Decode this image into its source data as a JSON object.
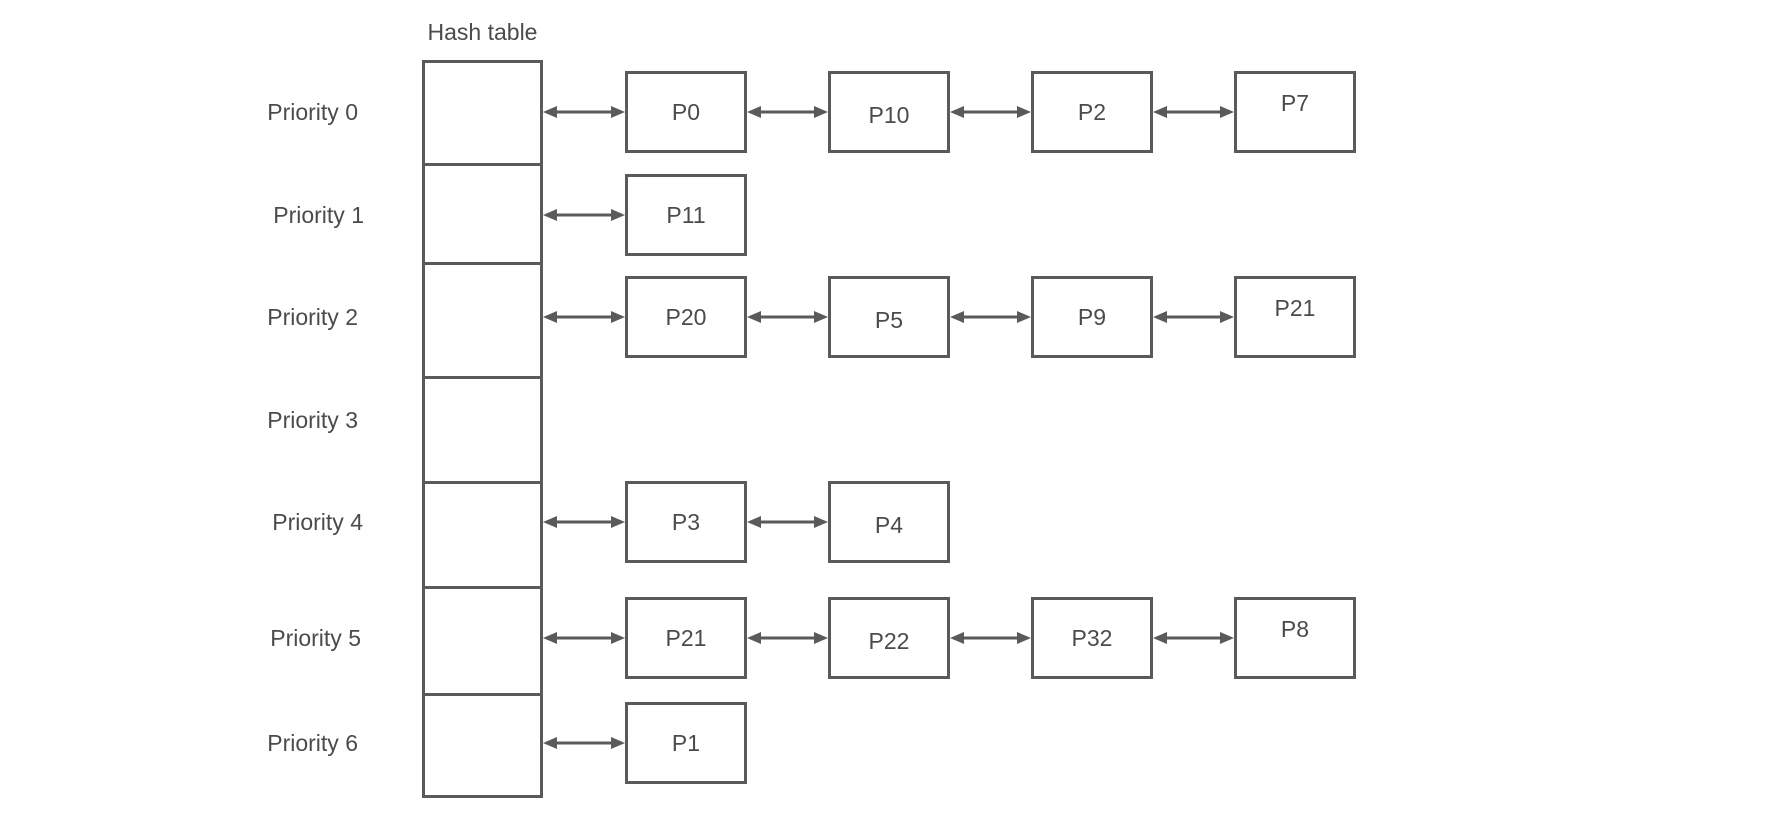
{
  "diagram": {
    "title": "Hash table",
    "rows": [
      {
        "label": "Priority 0",
        "nodes": [
          "P0",
          "P10",
          "P2",
          "P7"
        ]
      },
      {
        "label": "Priority 1",
        "nodes": [
          "P11"
        ]
      },
      {
        "label": "Priority 2",
        "nodes": [
          "P20",
          "P5",
          "P9",
          "P21"
        ]
      },
      {
        "label": "Priority 3",
        "nodes": []
      },
      {
        "label": "Priority 4",
        "nodes": [
          "P3",
          "P4"
        ]
      },
      {
        "label": "Priority 5",
        "nodes": [
          "P21",
          "P22",
          "P32",
          "P8"
        ]
      },
      {
        "label": "Priority 6",
        "nodes": [
          "P1"
        ]
      }
    ],
    "colors": {
      "stroke": "#5a5a5a",
      "text": "#4b4b4b",
      "background": "#ffffff"
    }
  }
}
